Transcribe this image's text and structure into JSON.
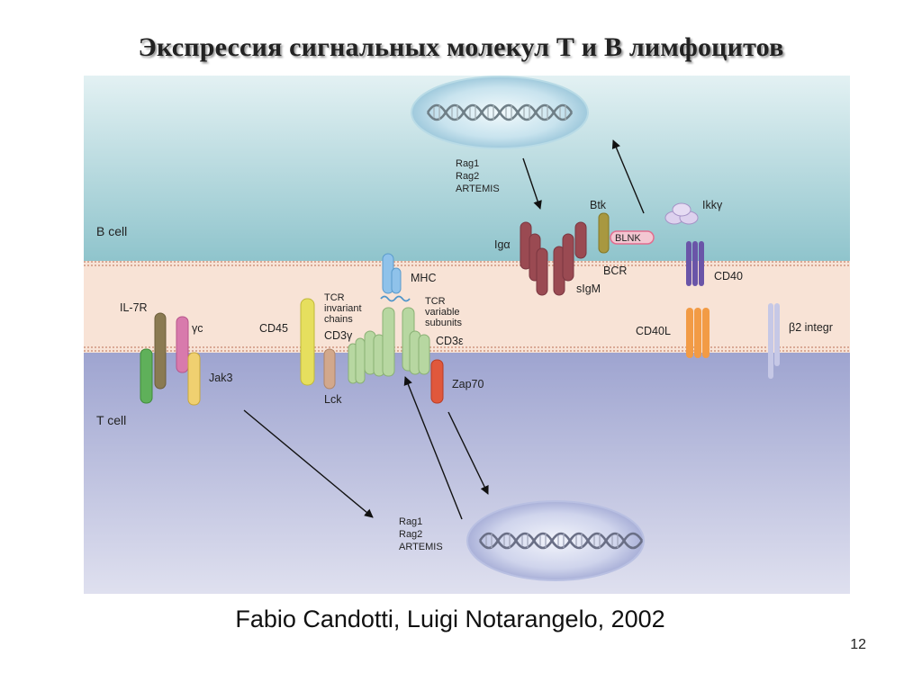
{
  "title": "Экспрессия сигнальных молекул Т и В лимфоцитов",
  "citation": "Fabio Candotti, Luigi Notarangelo, 2002",
  "page_number": "12",
  "colors": {
    "b_cell_bg": "#9ccbd2",
    "membrane_bg": "#f8e3d6",
    "t_cell_bg": "#a3a8d3",
    "il7r": "#8a7a52",
    "gamma_c": "#d87aac",
    "jak3": "#f0d070",
    "green": "#5fb05a",
    "cd45": "#e6df5e",
    "lck": "#d2a88c",
    "tcr_green": "#b7d7a1",
    "mhc": "#8fc2ea",
    "zap70": "#e0583c",
    "bcr": "#9a4a52",
    "btk": "#a89840",
    "blnk": "#ee8aa4",
    "ikk": "#c9b8e0",
    "cd40": "#6a55a8",
    "cd40l": "#f29b45",
    "b2_integrin": "#c6c8e6"
  },
  "labels": {
    "b_cell": "B cell",
    "t_cell": "T cell",
    "rag_top": [
      "Rag1",
      "Rag2",
      "ARTEMIS"
    ],
    "rag_bottom": [
      "Rag1",
      "Rag2",
      "ARTEMIS"
    ],
    "btk": "Btk",
    "ig_alpha": "Igα",
    "blnk": "BLNK",
    "bcr": "BCR",
    "sigm": "sIgM",
    "ikk_gamma": "Ikkγ",
    "cd40": "CD40",
    "cd40l": "CD40L",
    "b2_integrin": "β2 integr",
    "mhc": "MHC",
    "il7r": "IL-7R",
    "gamma_c": "γc",
    "jak3": "Jak3",
    "cd45": "CD45",
    "tcr_invariant": [
      "TCR",
      "invariant",
      "chains"
    ],
    "cd3_gamma": "CD3γ",
    "tcr_variable": [
      "TCR",
      "variable",
      "subunits"
    ],
    "cd3_epsilon": "CD3ε",
    "lck": "Lck",
    "zap70": "Zap70"
  }
}
